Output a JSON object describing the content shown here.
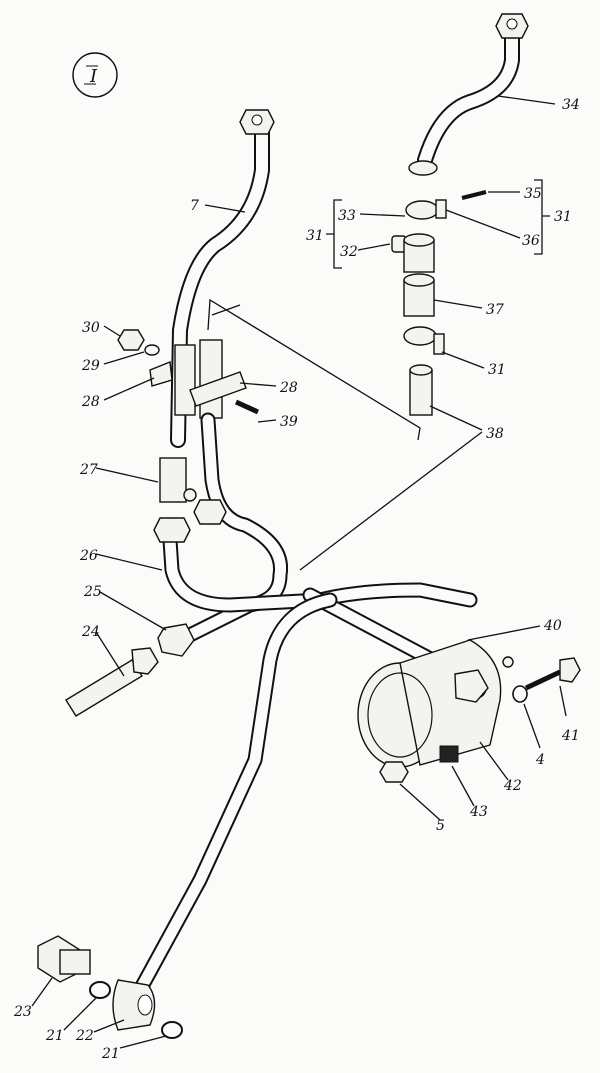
{
  "figure": {
    "view_label": "I",
    "callouts": [
      {
        "id": "c34",
        "text": "34"
      },
      {
        "id": "c35",
        "text": "35"
      },
      {
        "id": "c31a",
        "text": "31"
      },
      {
        "id": "c33",
        "text": "33"
      },
      {
        "id": "c31b",
        "text": "31"
      },
      {
        "id": "c32",
        "text": "32"
      },
      {
        "id": "c36",
        "text": "36"
      },
      {
        "id": "c7",
        "text": "7"
      },
      {
        "id": "c30",
        "text": "30"
      },
      {
        "id": "c29",
        "text": "29"
      },
      {
        "id": "c28a",
        "text": "28"
      },
      {
        "id": "c28b",
        "text": "28"
      },
      {
        "id": "c39",
        "text": "39"
      },
      {
        "id": "c37",
        "text": "37"
      },
      {
        "id": "c31c",
        "text": "31"
      },
      {
        "id": "c38",
        "text": "38"
      },
      {
        "id": "c27",
        "text": "27"
      },
      {
        "id": "c26",
        "text": "26"
      },
      {
        "id": "c25",
        "text": "25"
      },
      {
        "id": "c24",
        "text": "24"
      },
      {
        "id": "c40",
        "text": "40"
      },
      {
        "id": "c41",
        "text": "41"
      },
      {
        "id": "c4",
        "text": "4"
      },
      {
        "id": "c42",
        "text": "42"
      },
      {
        "id": "c43",
        "text": "43"
      },
      {
        "id": "c5",
        "text": "5"
      },
      {
        "id": "c23",
        "text": "23"
      },
      {
        "id": "c21a",
        "text": "21"
      },
      {
        "id": "c22",
        "text": "22"
      },
      {
        "id": "c21b",
        "text": "21"
      }
    ]
  }
}
